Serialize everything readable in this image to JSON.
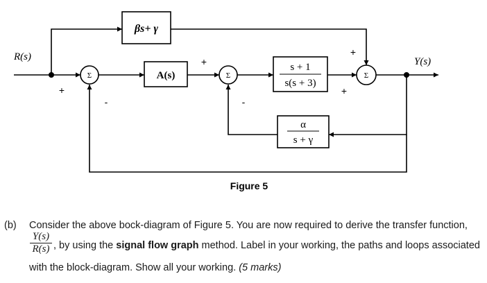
{
  "diagram": {
    "input_label": "R(s)",
    "output_label": "Y(s)",
    "blocks": {
      "feedforward": "βs+ γ",
      "a_block": "A(s)",
      "plant_num": "s + 1",
      "plant_den": "s(s + 3)",
      "feedback_num": "α",
      "feedback_den": "s + γ"
    },
    "summing_symbol": "Σ",
    "signs": {
      "sum1_left": "+",
      "sum1_bottom": "-",
      "sum2_left": "+",
      "sum2_bottom": "-",
      "sum3_top": "+",
      "sum3_left": "+"
    },
    "figure_caption": "Figure 5"
  },
  "question": {
    "part": "(b)",
    "line1": "Consider the above bock-diagram of Figure 5.  You are now required to derive the transfer function,",
    "frac_num": "Y(s)",
    "frac_den": "R(s)",
    "line2_pre": ", by using the ",
    "line2_bold": "signal flow graph",
    "line2_post": " method.  Label in your working, the paths and loops associated",
    "line3_pre": "with the block-diagram. Show all your working. ",
    "line3_marks": "(5 marks)"
  }
}
